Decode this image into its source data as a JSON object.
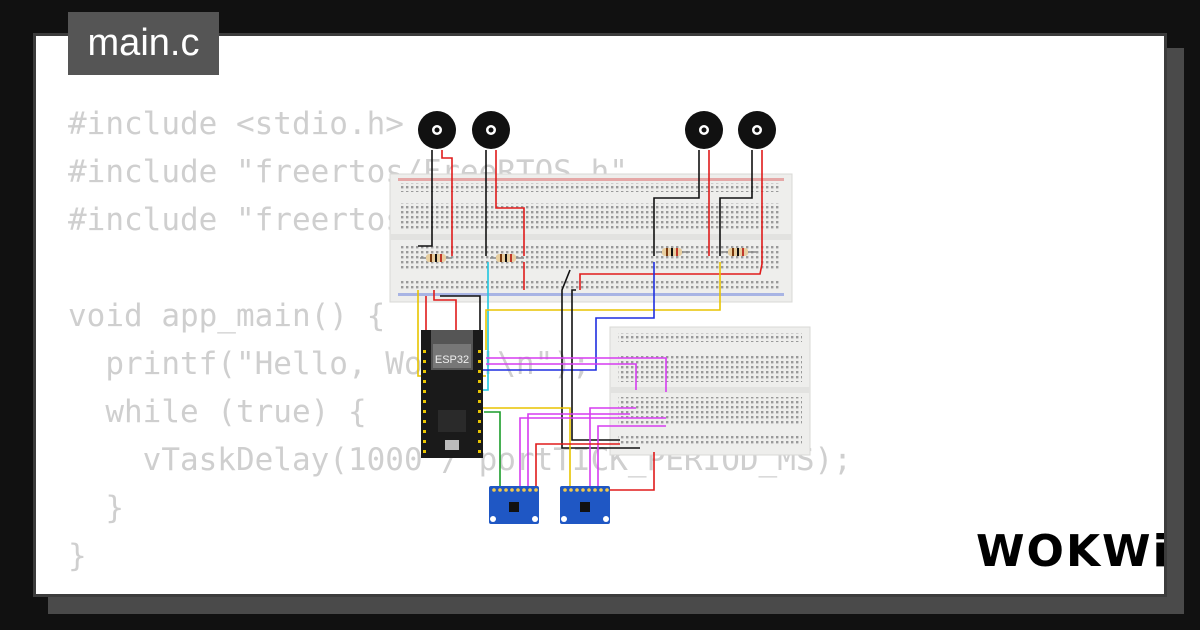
{
  "file_tab": {
    "label": "main.c"
  },
  "code_lines": [
    "#include <stdio.h>",
    "#include \"freertos/FreeRTOS.h\"",
    "#include \"freertos/task.h\"",
    "",
    "void app_main() {",
    "  printf(\"Hello, World!\\n\");",
    "  while (true) {",
    "    vTaskDelay(1000 / portTICK_PERIOD_MS);",
    "  }",
    "}"
  ],
  "diagram": {
    "mcu_label": "ESP32",
    "icons": [
      "buzzer-icon",
      "resistor-icon",
      "breadboard",
      "esp32-board",
      "mpu6050-sensor"
    ],
    "wire_colors": {
      "red": "#e01b1b",
      "black": "#111111",
      "blue": "#1f2fe0",
      "yellow": "#e8c400",
      "cyan": "#1fc7e0",
      "magenta": "#d63cf0",
      "green": "#1a9c2a"
    }
  },
  "brand": {
    "text": "WOKWi"
  }
}
